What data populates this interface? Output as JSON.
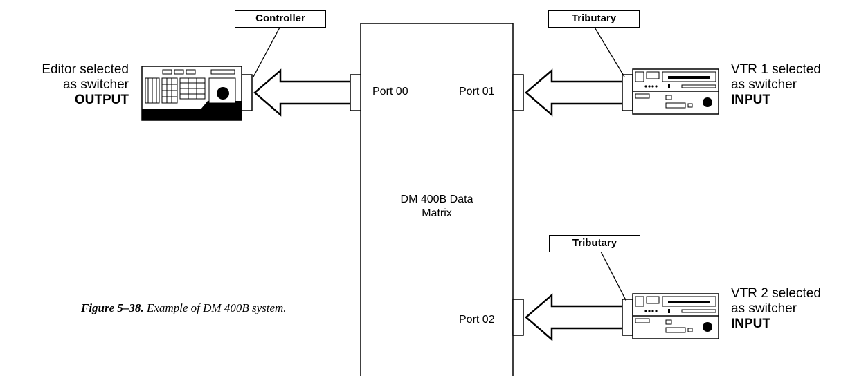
{
  "tags": {
    "controller": "Controller",
    "tributary_1": "Tributary",
    "tributary_2": "Tributary"
  },
  "editor": {
    "line1": "Editor selected",
    "line2": "as switcher",
    "role": "OUTPUT"
  },
  "vtr1": {
    "line1": "VTR 1 selected",
    "line2": "as switcher",
    "role": "INPUT"
  },
  "vtr2": {
    "line1": "VTR 2 selected",
    "line2": "as switcher",
    "role": "INPUT"
  },
  "ports": {
    "p00": "Port 00",
    "p01": "Port 01",
    "p02": "Port 02"
  },
  "matrix": {
    "line1": "DM 400B Data",
    "line2": "Matrix"
  },
  "caption": {
    "number": "Figure 5–38.",
    "text": "Example of DM 400B system."
  },
  "colors": {
    "ink": "#000000",
    "paper": "#ffffff"
  }
}
